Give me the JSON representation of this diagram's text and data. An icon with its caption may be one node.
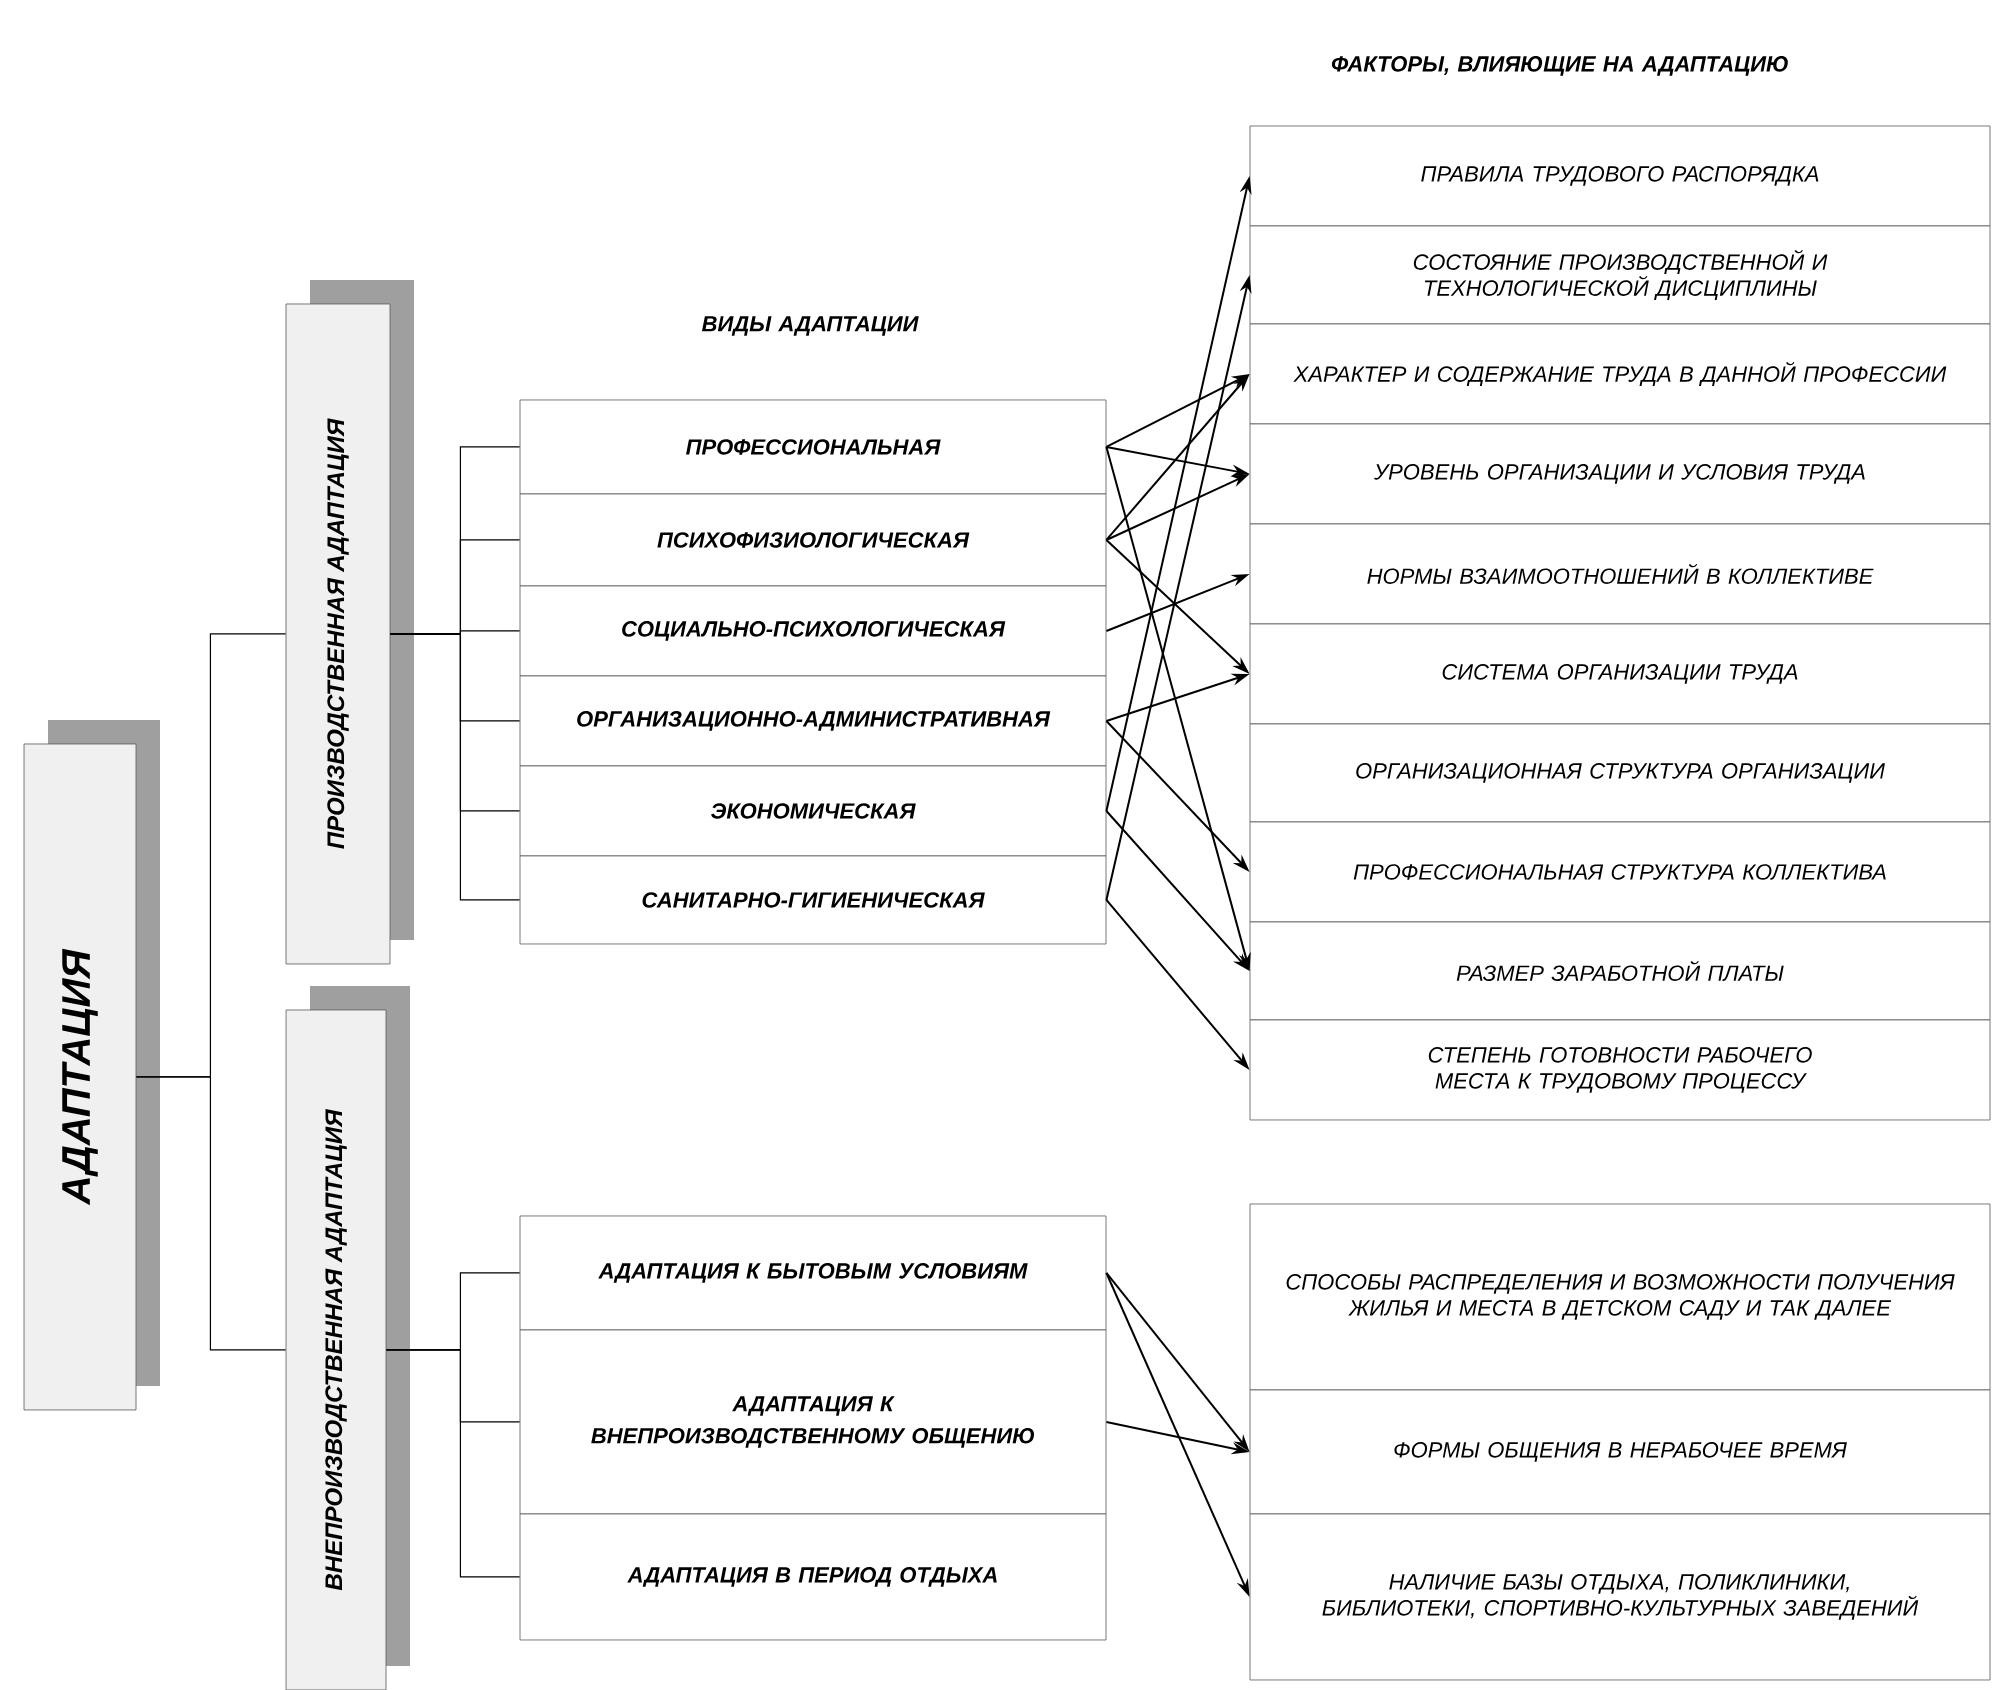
{
  "diagram": {
    "nodes": [
      {
        "text": [
          "АДАПТАЦИЯ"
        ]
      },
      {
        "text": [
          "ПРОИЗВОДСТВЕННАЯ АДАПТАЦИЯ"
        ]
      },
      {
        "text": [
          "ВНЕПРОИЗВОДСТВЕННАЯ АДАПТАЦИЯ"
        ]
      },
      {
        "text": [
          "ПРОФЕССИОНАЛЬНАЯ"
        ]
      },
      {
        "text": [
          "ПСИХОФИЗИОЛОГИЧЕСКАЯ"
        ]
      },
      {
        "text": [
          "СОЦИАЛЬНО-ПСИХОЛОГИЧЕСКАЯ"
        ]
      },
      {
        "text": [
          "ОРГАНИЗАЦИОННО-АДМИНИСТРАТИВНАЯ"
        ]
      },
      {
        "text": [
          "ЭКОНОМИЧЕСКАЯ"
        ]
      },
      {
        "text": [
          "САНИТАРНО-ГИГИЕНИЧЕСКАЯ"
        ]
      },
      {
        "text": [
          "АДАПТАЦИЯ К БЫТОВЫМ УСЛОВИЯМ"
        ]
      },
      {
        "text": [
          "АДАПТАЦИЯ К ВНЕПРОИЗВОДСТВЕННОМУ ОБЩЕНИЮ"
        ]
      },
      {
        "text": [
          "АДАПТАЦИЯ В ПЕРИОД ОТДЫХА"
        ]
      },
      {
        "text": [
          "ПРАВИЛА ТРУДОВОГО РАСПОРЯДКА"
        ]
      },
      {
        "text": [
          "СОСТОЯНИЕ ПРОИЗВОДСТВЕННОЙ И ТЕХНОЛОГИЧЕСКОЙ ДИСЦИПЛИНЫ"
        ]
      },
      {
        "text": [
          "ХАРАКТЕР И СОДЕРЖАНИЕ ТРУДА В ДАННОЙ ПРОФЕССИИ"
        ]
      },
      {
        "text": [
          "УРОВЕНЬ ОРГАНИЗАЦИИ И УСЛОВИЯ ТРУДА"
        ]
      },
      {
        "text": [
          "НОРМЫ ВЗАИМООТНОШЕНИЙ В КОЛЛЕКТИВЕ"
        ]
      },
      {
        "text": [
          "СИСТЕМА ОРГАНИЗАЦИИ ТРУДА"
        ]
      },
      {
        "text": [
          "ОРГАНИЗАЦИОННАЯ СТРУКТУРА ОРГАНИЗАЦИИ"
        ]
      },
      {
        "text": [
          "ПРОФЕССИОНАЛЬНАЯ СТРУКТУРА КОЛЛЕКТИВА"
        ]
      },
      {
        "text": [
          "РАЗМЕР ЗАРАБОТНОЙ ПЛАТЫ"
        ]
      },
      {
        "text": [
          "СТЕПЕНЬ ГОТОВНОСТИ РАБОЧЕГО МЕСТА К ТРУДОВОМУ ПРОЦЕССУ"
        ]
      },
      {
        "text": [
          "СПОСОБЫ РАСПРЕДЕЛЕНИЯ И ВОЗМОЖНОСТИ ПОЛУЧЕНИЯ ЖИЛЬЯ И МЕСТА В ДЕТСКОМ САДУ И ТАК ДАЛЕЕ"
        ]
      },
      {
        "text": [
          "ФОРМЫ ОБЩЕНИЯ В НЕРАБОЧЕЕ ВРЕМЯ"
        ]
      },
      {
        "text": [
          "НАЛИЧИЕ БАЗЫ ОТДЫХА, ПОЛИКЛИНИКИ, БИБЛИОТЕКИ, СПОРТИВНО-КУЛЬТУРНЫХ ЗАВЕДЕНИЙ"
        ]
      }
    ],
    "edges": [
      {
        "from": 0,
        "to": 1,
        "arrow": "none"
      },
      {
        "from": 0,
        "to": 2,
        "arrow": "none"
      },
      {
        "from": 1,
        "to": 3,
        "arrow": "none"
      },
      {
        "from": 1,
        "to": 4,
        "arrow": "none"
      },
      {
        "from": 1,
        "to": 5,
        "arrow": "none"
      },
      {
        "from": 1,
        "to": 6,
        "arrow": "none"
      },
      {
        "from": 1,
        "to": 7,
        "arrow": "none"
      },
      {
        "from": 1,
        "to": 8,
        "arrow": "none"
      },
      {
        "from": 2,
        "to": 9,
        "arrow": "none"
      },
      {
        "from": 2,
        "to": 10,
        "arrow": "none"
      },
      {
        "from": 2,
        "to": 11,
        "arrow": "none"
      },
      {
        "from": 3,
        "to": 14,
        "arrow": "to"
      },
      {
        "from": 3,
        "to": 15,
        "arrow": "to"
      },
      {
        "from": 3,
        "to": 20,
        "arrow": "to"
      },
      {
        "from": 4,
        "to": 14,
        "arrow": "to"
      },
      {
        "from": 4,
        "to": 15,
        "arrow": "to"
      },
      {
        "from": 4,
        "to": 17,
        "arrow": "to"
      },
      {
        "from": 5,
        "to": 16,
        "arrow": "to"
      },
      {
        "from": 6,
        "to": 17,
        "arrow": "to"
      },
      {
        "from": 6,
        "to": 19,
        "arrow": "to"
      },
      {
        "from": 7,
        "to": 12,
        "arrow": "to"
      },
      {
        "from": 7,
        "to": 20,
        "arrow": "to"
      },
      {
        "from": 8,
        "to": 13,
        "arrow": "to"
      },
      {
        "from": 8,
        "to": 21,
        "arrow": "to"
      },
      {
        "from": 9,
        "to": 23,
        "arrow": "to"
      },
      {
        "from": 9,
        "to": 24,
        "arrow": "to"
      },
      {
        "from": 10,
        "to": 23,
        "arrow": "to"
      }
    ],
    "labels": [
      "ВИДЫ АДАПТАЦИИ",
      "ФАКТОРЫ, ВЛИЯЮЩИЕ НА АДАПТАЦИЮ"
    ]
  }
}
